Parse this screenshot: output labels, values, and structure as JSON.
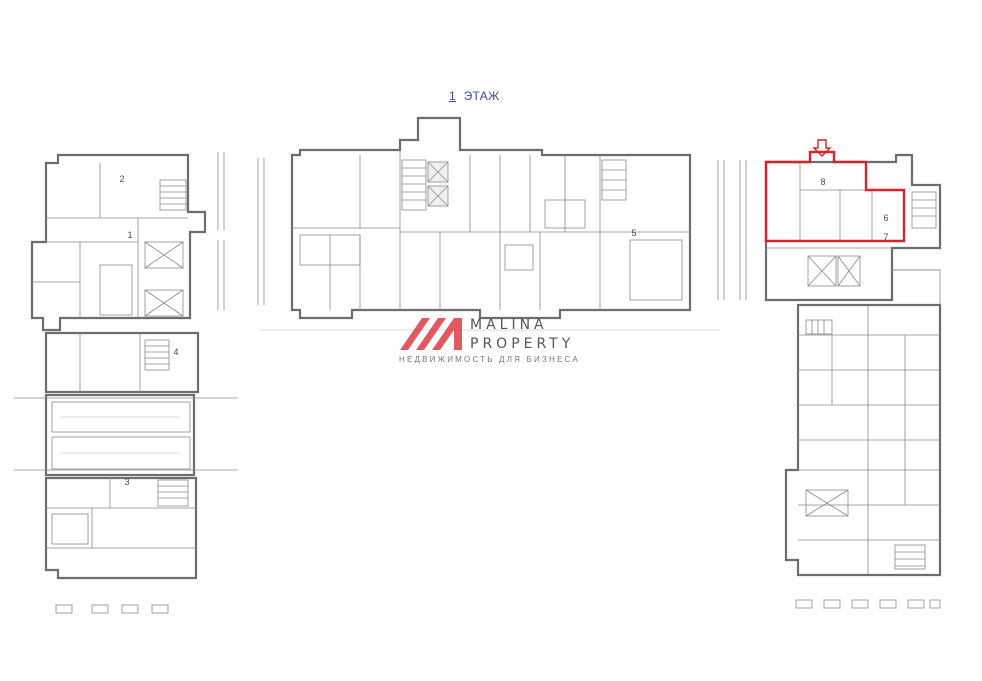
{
  "title": {
    "number": "1",
    "word": "ЭТАЖ"
  },
  "brand": {
    "line1": "MALINA",
    "line2": "PROPERTY",
    "tagline": "НЕДВИЖИМОСТЬ ДЛЯ БИЗНЕСА"
  },
  "rooms": {
    "r1": "1",
    "r2": "2",
    "r3": "3",
    "r4": "4",
    "r5": "5",
    "r6": "6",
    "r7": "7",
    "r8": "8"
  },
  "colors": {
    "highlight": "#d8232a",
    "title": "#3c4da0",
    "walls": "#6d6d6d",
    "brand": "#555555"
  }
}
